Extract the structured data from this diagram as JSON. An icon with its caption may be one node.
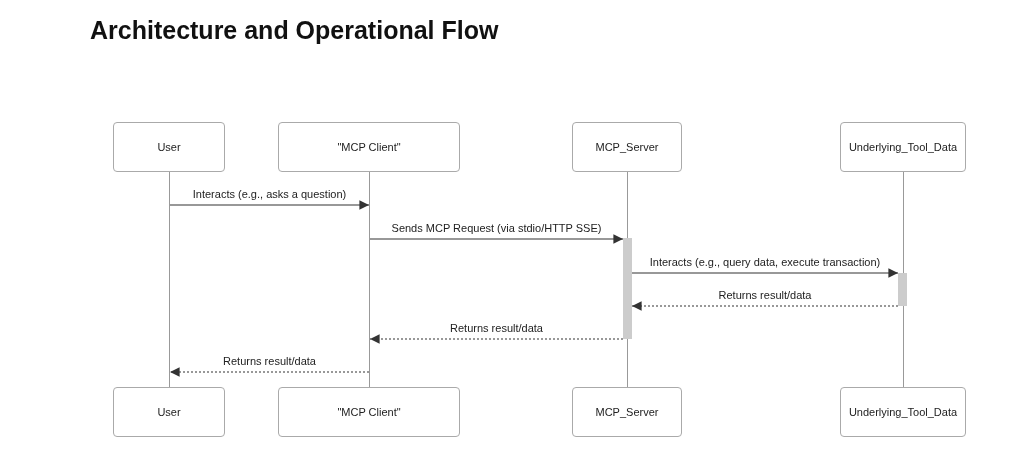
{
  "diagram": {
    "title": "Architecture and Operational Flow",
    "nodes": [
      {
        "text": [
          "User"
        ]
      },
      {
        "text": [
          "\"MCP Client\""
        ]
      },
      {
        "text": [
          "MCP_Server"
        ]
      },
      {
        "text": [
          "Underlying_Tool_Data"
        ]
      },
      {
        "text": [],
        "shape": "line"
      },
      {
        "text": [],
        "shape": "line"
      },
      {
        "text": [],
        "shape": "line"
      },
      {
        "text": [],
        "shape": "line"
      },
      {
        "text": [],
        "shape": "bar"
      },
      {
        "text": [],
        "shape": "bar"
      },
      {
        "text": [
          "User"
        ]
      },
      {
        "text": [
          "\"MCP Client\""
        ]
      },
      {
        "text": [
          "MCP_Server"
        ]
      },
      {
        "text": [
          "Underlying_Tool_Data"
        ]
      }
    ],
    "edges": [
      {
        "from": 4,
        "to": 5,
        "arrow": "to",
        "label": "Interacts (e.g., asks a question)"
      },
      {
        "from": 5,
        "to": 8,
        "arrow": "to",
        "label": "Sends MCP Request (via stdio/HTTP SSE)"
      },
      {
        "from": 8,
        "to": 9,
        "arrow": "to",
        "label": "Interacts (e.g., query data, execute transaction)"
      },
      {
        "from": 9,
        "to": 8,
        "arrow": "to",
        "label": "Returns result/data",
        "style": "dashed"
      },
      {
        "from": 8,
        "to": 5,
        "arrow": "to",
        "label": "Returns result/data",
        "style": "dashed"
      },
      {
        "from": 5,
        "to": 4,
        "arrow": "to",
        "label": "Returns result/data",
        "style": "dashed"
      }
    ]
  }
}
